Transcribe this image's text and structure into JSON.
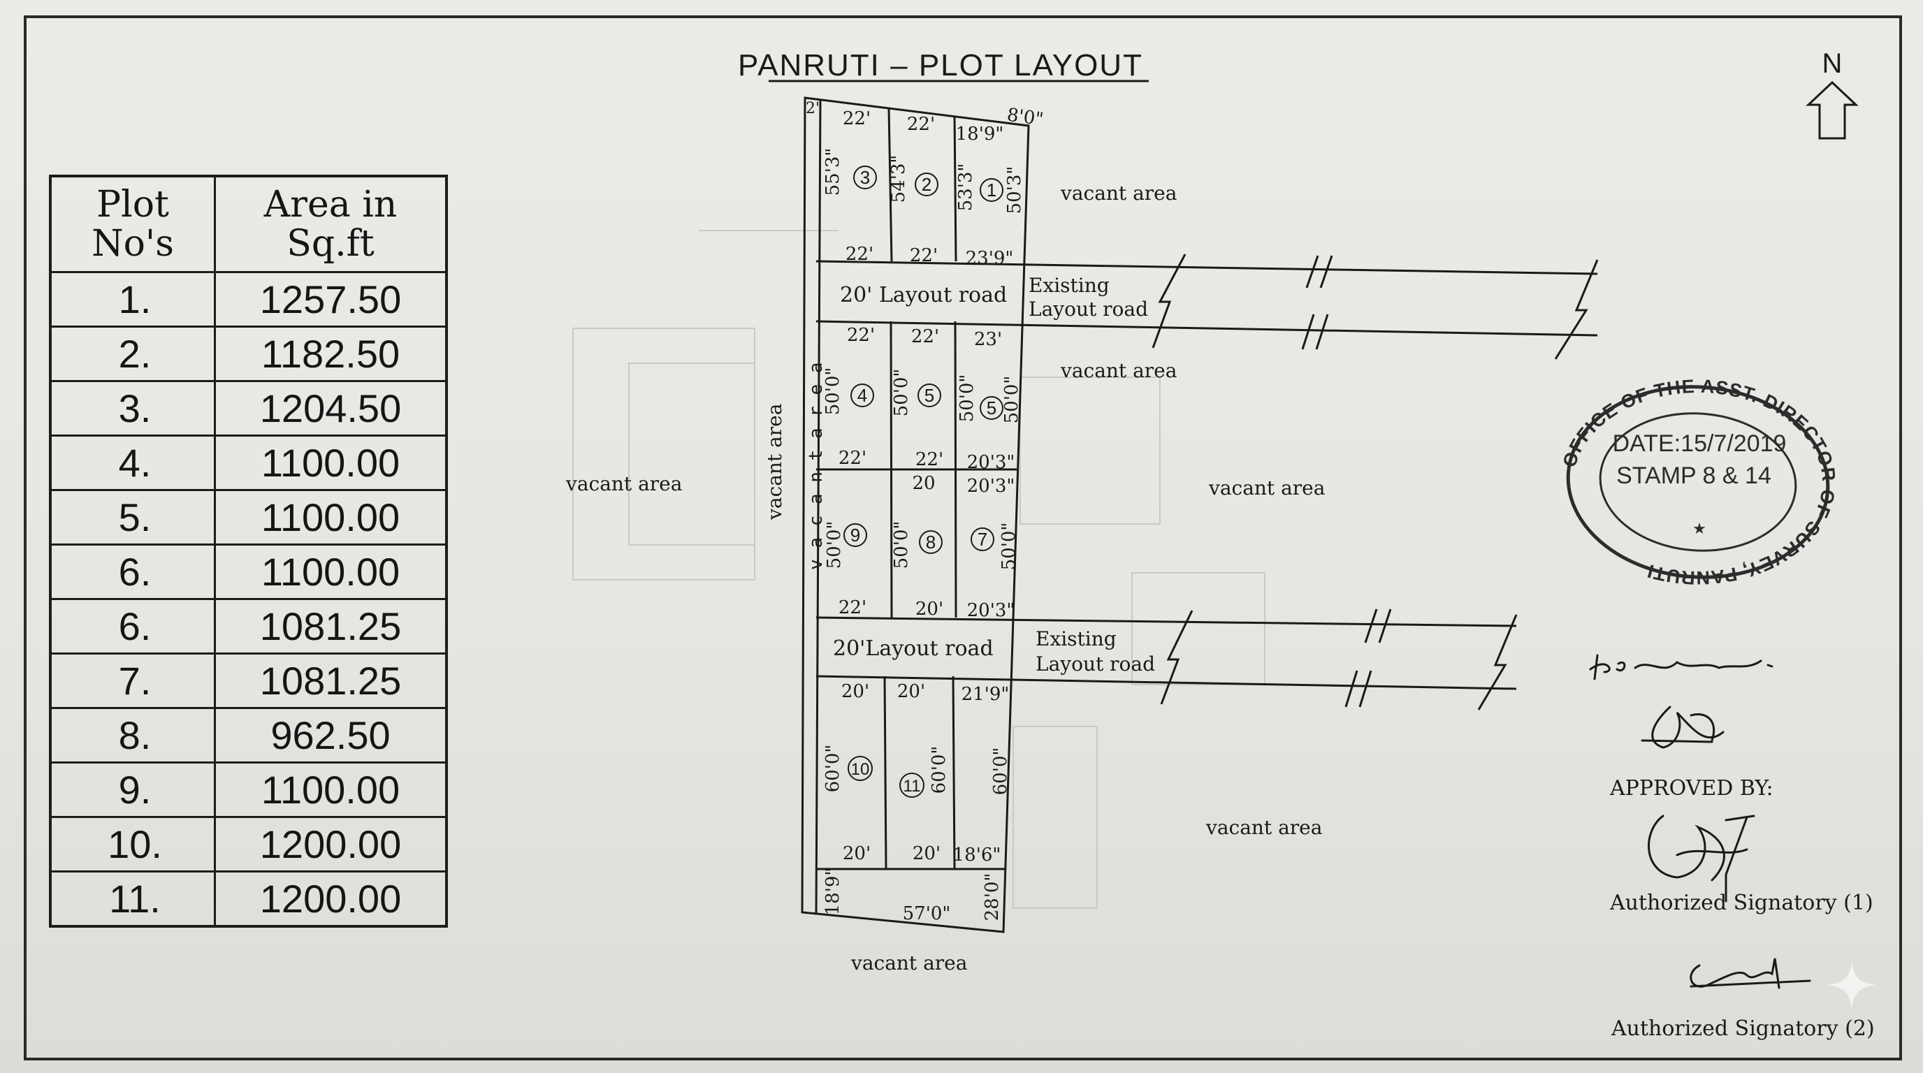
{
  "title": "PANRUTI – PLOT LAYOUT",
  "north": "N",
  "table": {
    "headers": [
      "Plot No's",
      "Area in Sq.ft"
    ],
    "rows": [
      {
        "plot": "1.",
        "area": "1257.50"
      },
      {
        "plot": "2.",
        "area": "1182.50"
      },
      {
        "plot": "3.",
        "area": "1204.50"
      },
      {
        "plot": "4.",
        "area": "1100.00"
      },
      {
        "plot": "5.",
        "area": "1100.00"
      },
      {
        "plot": "6.",
        "area": "1100.00"
      },
      {
        "plot": "6.",
        "area": "1081.25"
      },
      {
        "plot": "7.",
        "area": "1081.25"
      },
      {
        "plot": "8.",
        "area": "962.50"
      },
      {
        "plot": "9.",
        "area": "1100.00"
      },
      {
        "plot": "10.",
        "area": "1200.00"
      },
      {
        "plot": "11.",
        "area": "1200.00"
      }
    ]
  },
  "labels": {
    "vacant_area": "vacant area",
    "vacant_area_spaced": "v a c a n t   a r e a",
    "layout_road_top": "20' Layout road",
    "layout_road_bottom": "20'Layout road",
    "existing": "Existing",
    "layout_road": "Layout road"
  },
  "plot_numbers": [
    "1",
    "2",
    "3",
    "4",
    "5",
    "5",
    "7",
    "8",
    "9",
    "10",
    "11"
  ],
  "dimensions": {
    "corner_2": "2'",
    "corner_8": "8'0\"",
    "row1_top": [
      "22'",
      "22'",
      "18'9\""
    ],
    "row1_sides": [
      "55'3\"",
      "54'3\"",
      "53'3\"",
      "50'3\""
    ],
    "row1_bottom": [
      "22'",
      "22'",
      "23'9\""
    ],
    "row2_top": [
      "22'",
      "22'",
      "23'"
    ],
    "row2_sides": [
      "50'0\"",
      "50'0\"",
      "50'0\"",
      "50'0\""
    ],
    "row2_bottom": [
      "22'",
      "22'",
      "20'3\""
    ],
    "row3_top": [
      "20",
      "20'3\""
    ],
    "row3_sides": [
      "50'0\"",
      "50'0\"",
      "50'0\""
    ],
    "row3_bottom": [
      "22'",
      "20'",
      "20'3\""
    ],
    "row4_top": [
      "20'",
      "20'",
      "21'9\""
    ],
    "row4_sides": [
      "60'0\"",
      "60'0\"",
      "60'0\""
    ],
    "row4_bottom": [
      "20'",
      "20'",
      "18'6\""
    ],
    "strip_left": "18'9\"",
    "strip_bottom": "57'0\"",
    "strip_right": "28'0\""
  },
  "stamp": {
    "ring_text": "OFFICE OF THE ASST. DIRECTOR OF SURVEY, PANRUTI",
    "date": "DATE:15/7/2019",
    "stamp_no": "STAMP 8 & 14",
    "star": "★"
  },
  "approval": {
    "approved_by": "APPROVED BY:",
    "signatory_1": "Authorized Signatory (1)",
    "signatory_2": "Authorized Signatory (2)"
  },
  "colors": {
    "ink": "#1a1a1a",
    "paper": "#e8e8e4",
    "stamp_ink": "#2c2c2c"
  }
}
